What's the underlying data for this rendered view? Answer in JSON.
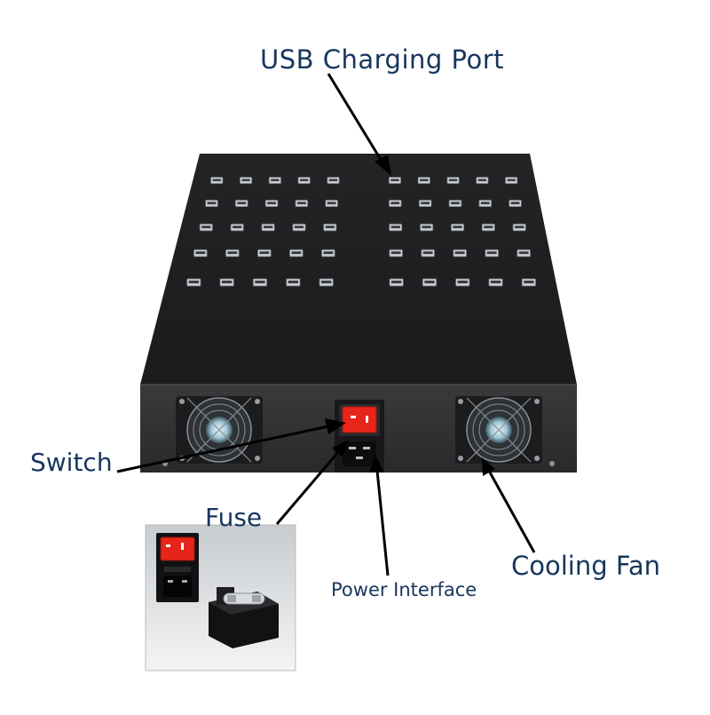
{
  "callouts": {
    "usb_port": "USB Charging Port",
    "switch": "Switch",
    "fuse": "Fuse",
    "power_interface": "Power Interface",
    "cooling_fan": "Cooling Fan"
  },
  "colors": {
    "label_text": "#17365d",
    "case_body": "#2b2b2d",
    "case_top": "#1f1f21",
    "switch_red": "#e8251a",
    "usb_port_metal": "#c9ccd0"
  },
  "product": {
    "usb_port_count": 50,
    "fan_count": 2
  }
}
